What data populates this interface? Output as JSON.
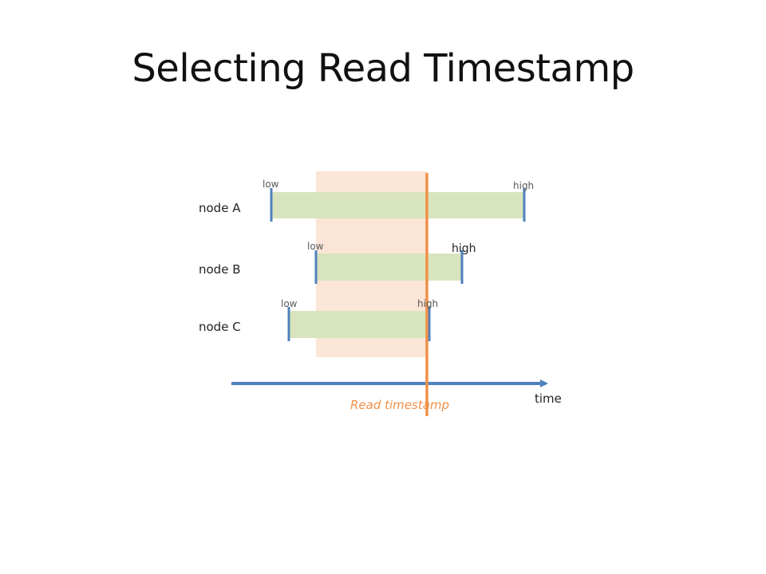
{
  "title": "Selecting Read Timestamp",
  "nodes": [
    {
      "name": "node A",
      "low_label": "low",
      "high_label": "high"
    },
    {
      "name": "node B",
      "low_label": "low",
      "high_label": "high"
    },
    {
      "name": "node C",
      "low_label": "low",
      "high_label": "high"
    }
  ],
  "axis_label": "time",
  "read_timestamp_label": "Read timestamp",
  "colors": {
    "interval_fill": "#d8e4bd",
    "interval_marker": "#4f81bd",
    "overlap_band": "#fbe5d6",
    "read_timestamp": "#f0914a",
    "axis": "#4f81bd",
    "label_gray": "#595959"
  }
}
